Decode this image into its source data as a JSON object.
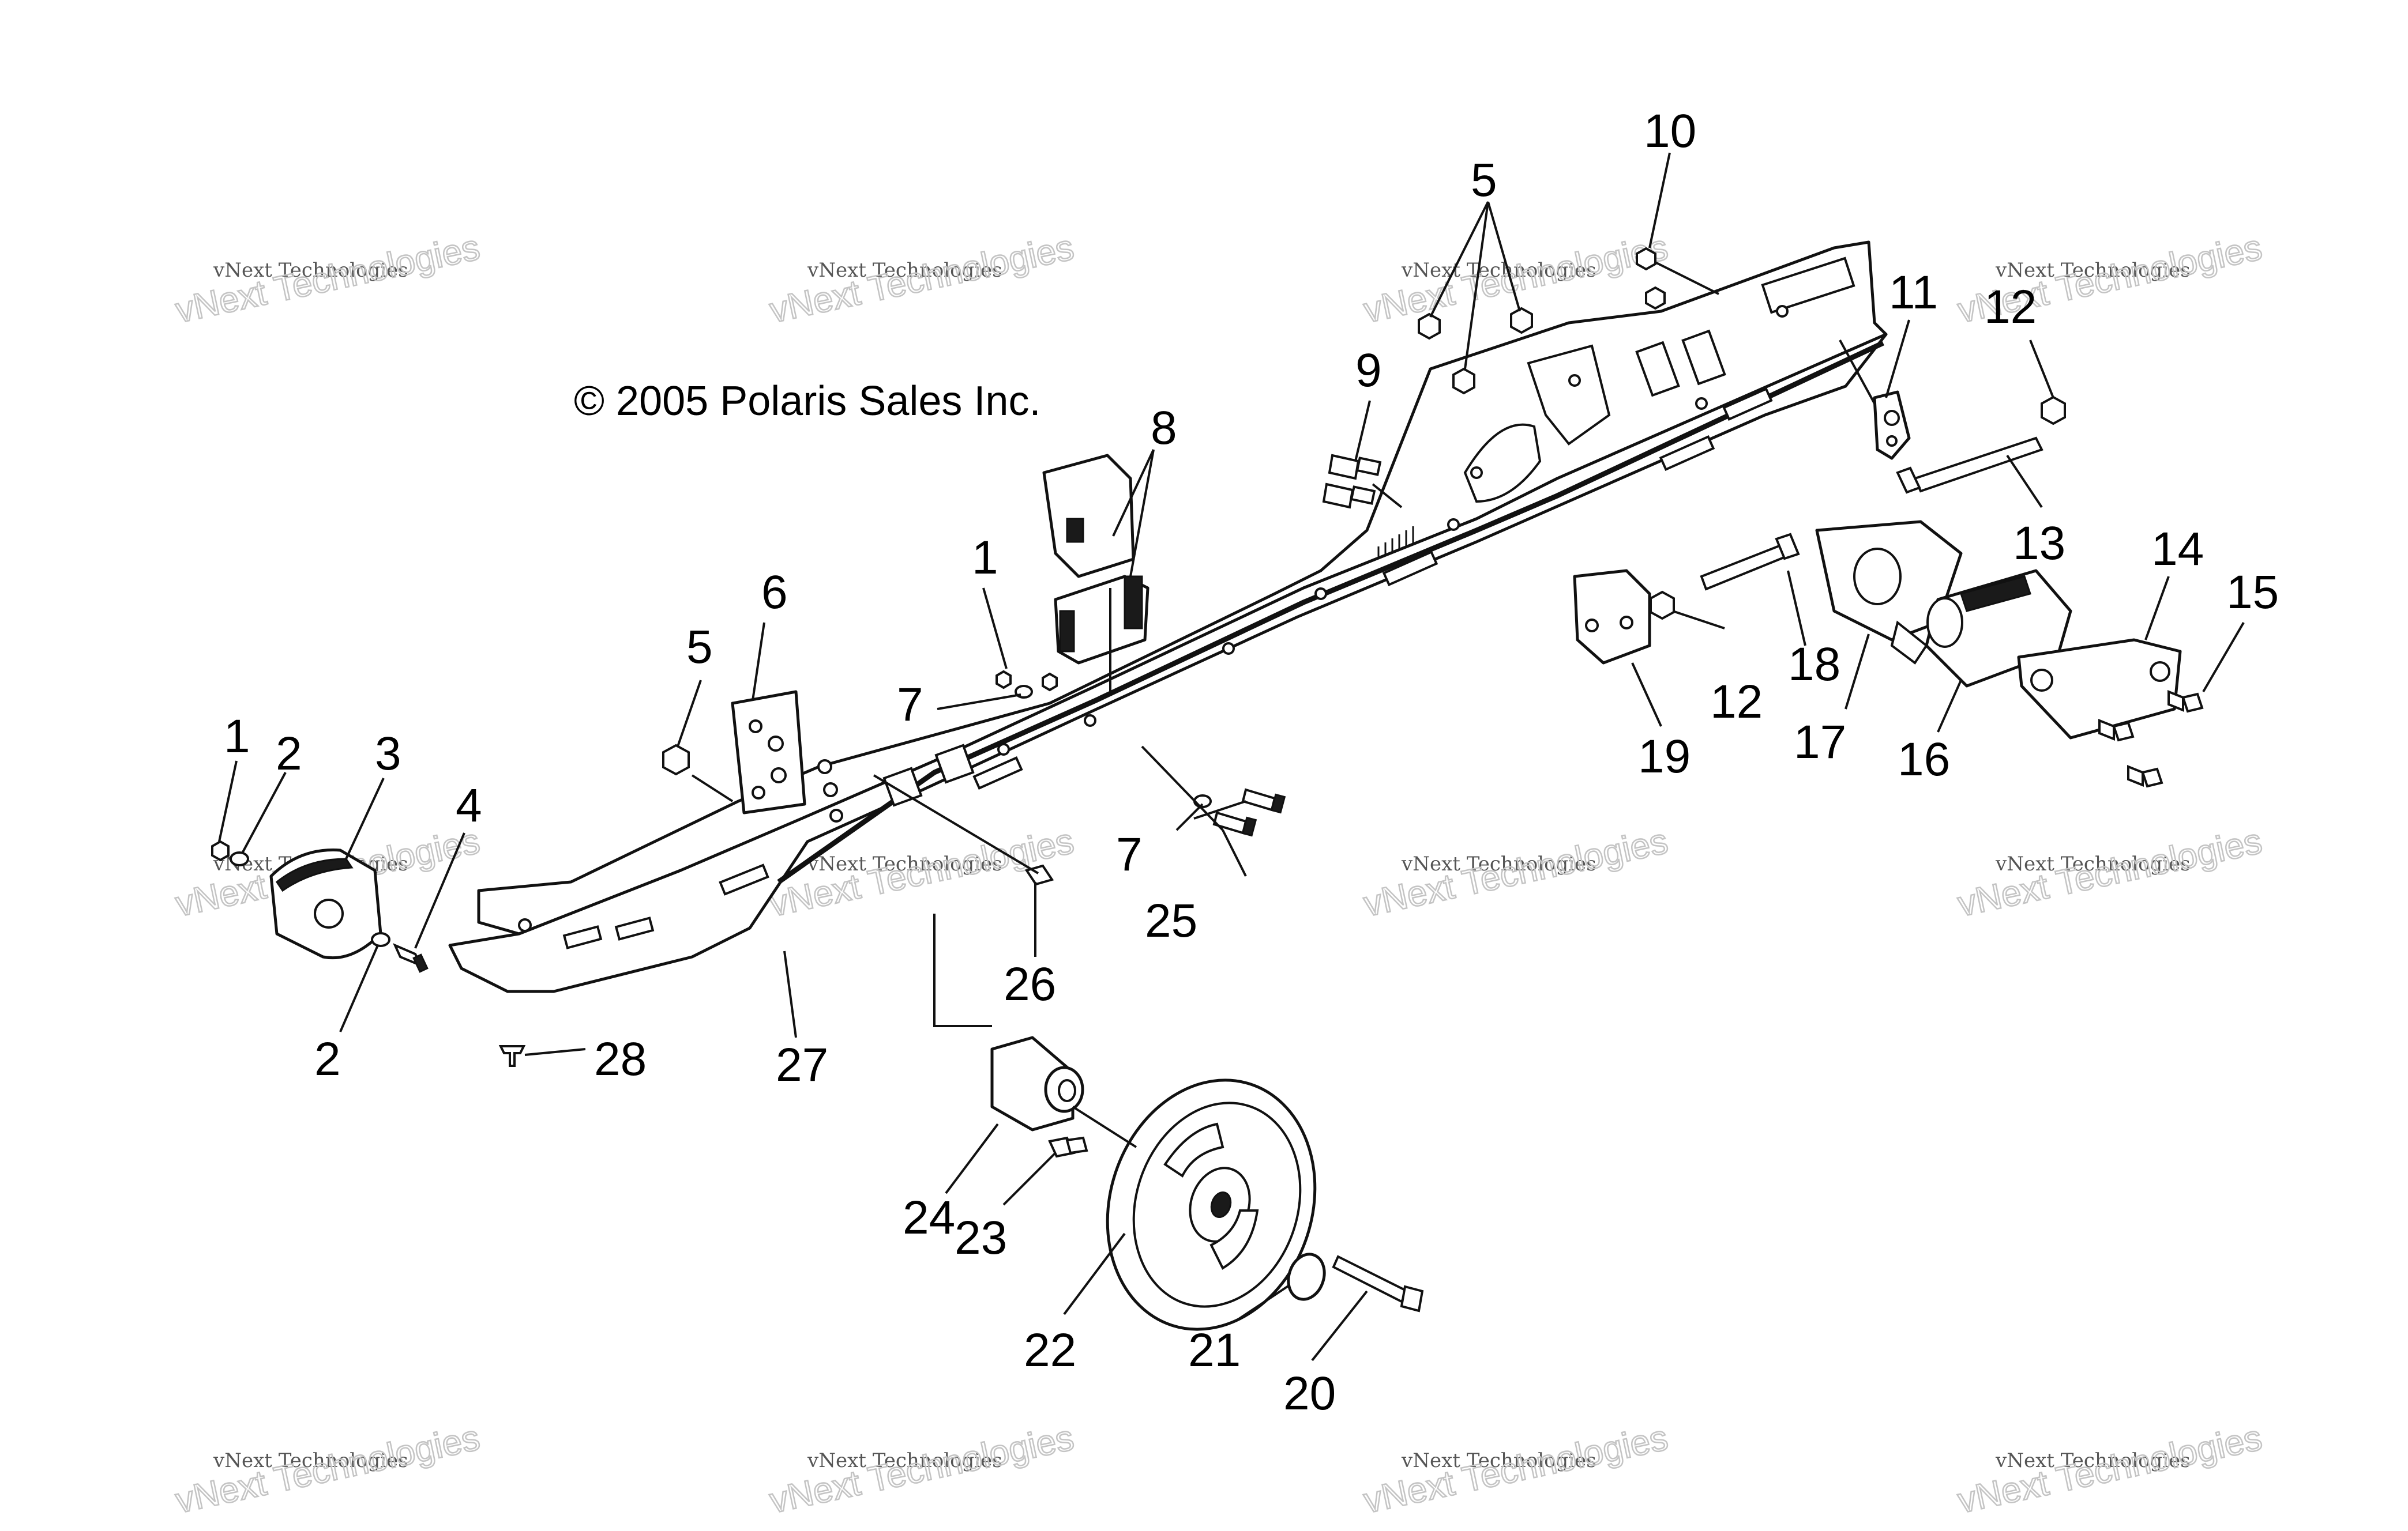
{
  "copyright": "© 2005 Polaris Sales Inc.",
  "watermark": {
    "line1": "vNext Technologies",
    "line2": "vNext Technologies"
  },
  "callouts": [
    "1",
    "2",
    "3",
    "4",
    "2",
    "5",
    "6",
    "1",
    "7",
    "8",
    "5",
    "9",
    "10",
    "11",
    "12",
    "13",
    "12",
    "18",
    "19",
    "17",
    "16",
    "14",
    "15",
    "7",
    "25",
    "26",
    "27",
    "28",
    "24",
    "23",
    "22",
    "21",
    "20"
  ],
  "colors": {
    "ink": "#111111",
    "paper": "#ffffff",
    "watermark": "#c4c4c4"
  }
}
